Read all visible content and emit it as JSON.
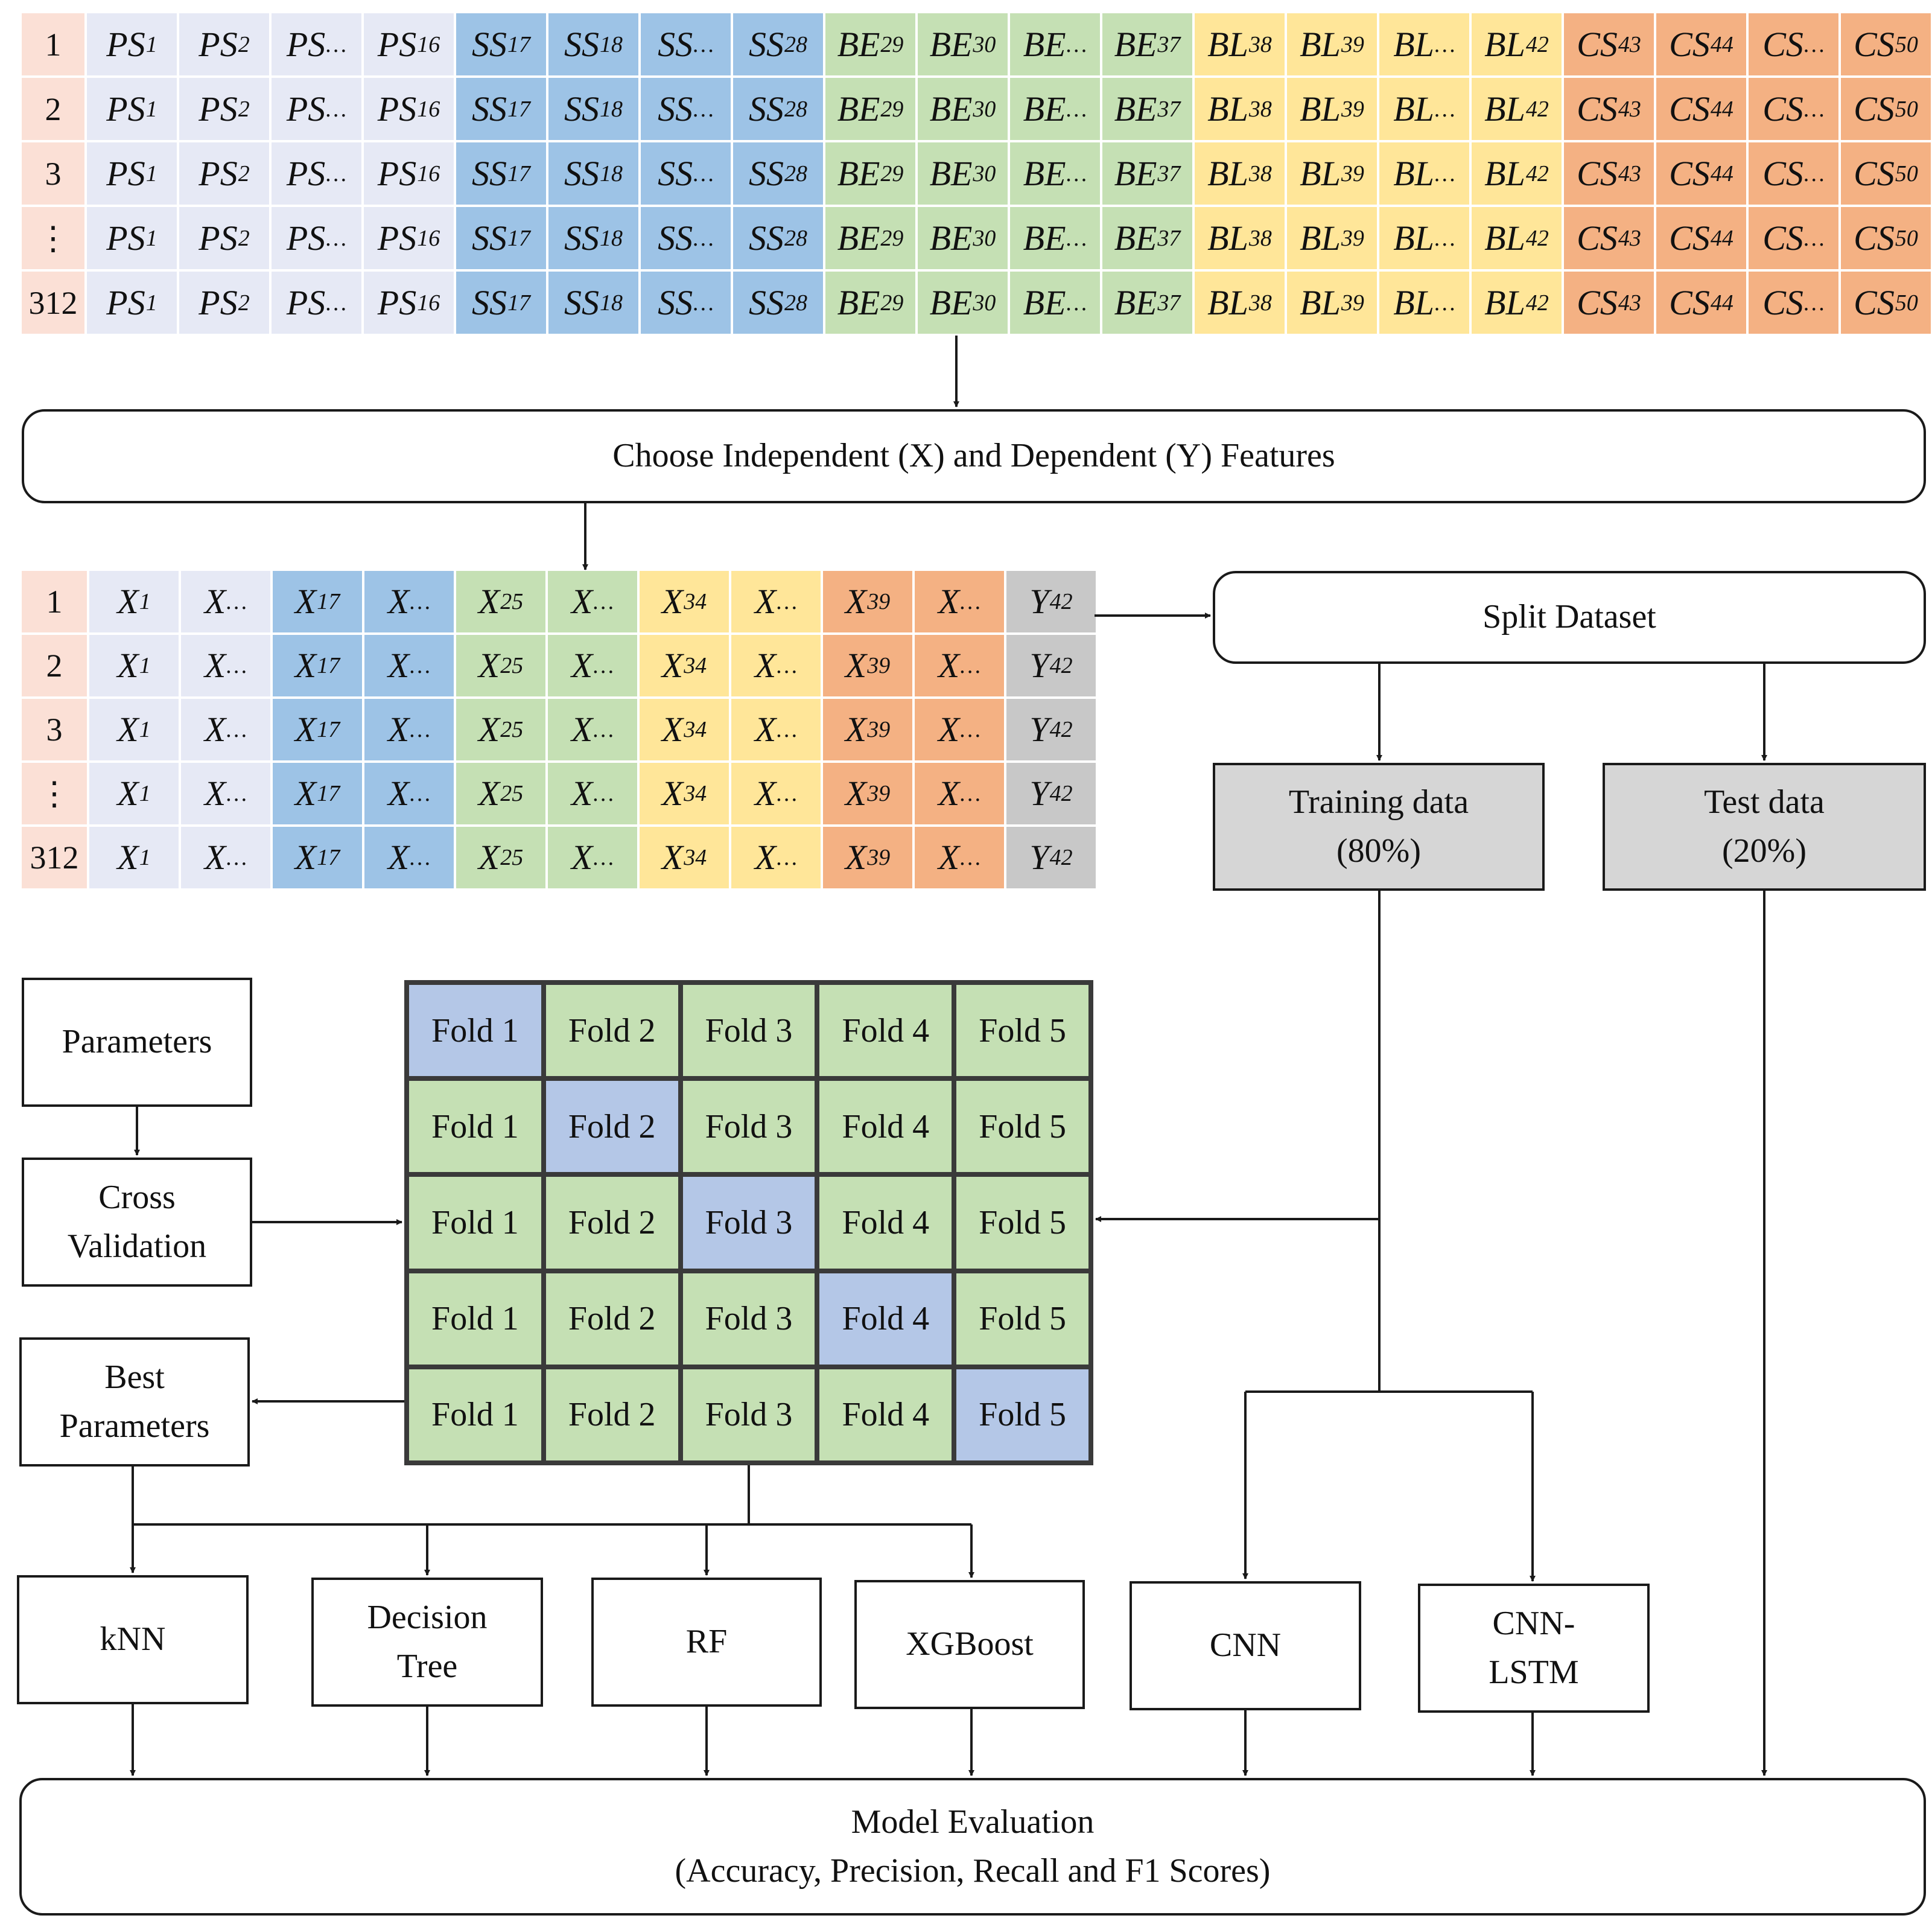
{
  "colors": {
    "index": "#fbe0d6",
    "ps": "#e6e9f5",
    "ss": "#9dc3e6",
    "be": "#c5e0b4",
    "bl": "#ffe699",
    "cs": "#f4b183",
    "y": "#c8c8c8",
    "fold_val": "#b4c7e7",
    "fold_train": "#c5e0b4"
  },
  "top_table": {
    "row_labels": [
      "1",
      "2",
      "3",
      "⋮",
      "312"
    ],
    "columns": [
      {
        "base": "PS",
        "sub": "1",
        "group": "ps"
      },
      {
        "base": "PS",
        "sub": "2",
        "group": "ps"
      },
      {
        "base": "PS",
        "sub": "…",
        "group": "ps"
      },
      {
        "base": "PS",
        "sub": "16",
        "group": "ps"
      },
      {
        "base": "SS",
        "sub": "17",
        "group": "ss"
      },
      {
        "base": "SS",
        "sub": "18",
        "group": "ss"
      },
      {
        "base": "SS",
        "sub": "…",
        "group": "ss"
      },
      {
        "base": "SS",
        "sub": "28",
        "group": "ss"
      },
      {
        "base": "BE",
        "sub": "29",
        "group": "be"
      },
      {
        "base": "BE",
        "sub": "30",
        "group": "be"
      },
      {
        "base": "BE",
        "sub": "…",
        "group": "be"
      },
      {
        "base": "BE",
        "sub": "37",
        "group": "be"
      },
      {
        "base": "BL",
        "sub": "38",
        "group": "bl"
      },
      {
        "base": "BL",
        "sub": "39",
        "group": "bl"
      },
      {
        "base": "BL",
        "sub": "…",
        "group": "bl"
      },
      {
        "base": "BL",
        "sub": "42",
        "group": "bl"
      },
      {
        "base": "CS",
        "sub": "43",
        "group": "cs"
      },
      {
        "base": "CS",
        "sub": "44",
        "group": "cs"
      },
      {
        "base": "CS",
        "sub": "…",
        "group": "cs"
      },
      {
        "base": "CS",
        "sub": "50",
        "group": "cs"
      }
    ]
  },
  "mid_table": {
    "row_labels": [
      "1",
      "2",
      "3",
      "⋮",
      "312"
    ],
    "columns": [
      {
        "base": "X",
        "sub": "1",
        "group": "ps"
      },
      {
        "base": "X",
        "sub": "…",
        "group": "ps"
      },
      {
        "base": "X",
        "sub": "17",
        "group": "ss"
      },
      {
        "base": "X",
        "sub": "…",
        "group": "ss"
      },
      {
        "base": "X",
        "sub": "25",
        "group": "be"
      },
      {
        "base": "X",
        "sub": "…",
        "group": "be"
      },
      {
        "base": "X",
        "sub": "34",
        "group": "bl"
      },
      {
        "base": "X",
        "sub": "…",
        "group": "bl"
      },
      {
        "base": "X",
        "sub": "39",
        "group": "cs"
      },
      {
        "base": "X",
        "sub": "…",
        "group": "cs"
      },
      {
        "base": "Y",
        "sub": "42",
        "group": "y"
      }
    ]
  },
  "choose_features": "Choose Independent  (X) and Dependent  (Y) Features",
  "split_dataset": "Split Dataset",
  "training": {
    "line1": "Training  data",
    "line2": "(80%)"
  },
  "test": {
    "line1": "Test data",
    "line2": "(20%)"
  },
  "parameters": "Parameters",
  "cross_validation": {
    "line1": "Cross",
    "line2": "Validation"
  },
  "best_parameters": {
    "line1": "Best",
    "line2": "Parameters"
  },
  "folds": {
    "labels": [
      "Fold 1",
      "Fold 2",
      "Fold 3",
      "Fold 4",
      "Fold 5"
    ],
    "validation_fold_per_row": [
      1,
      2,
      3,
      4,
      5
    ]
  },
  "models": {
    "knn": "kNN",
    "dt": {
      "line1": "Decision",
      "line2": "Tree"
    },
    "rf": "RF",
    "xgb": "XGBoost",
    "cnn": "CNN",
    "cnnlstm": {
      "line1": "CNN-",
      "line2": "LSTM"
    }
  },
  "evaluation": {
    "line1": "Model Evaluation",
    "line2": "(Accuracy,  Precision,  Recall  and F1 Scores)"
  }
}
